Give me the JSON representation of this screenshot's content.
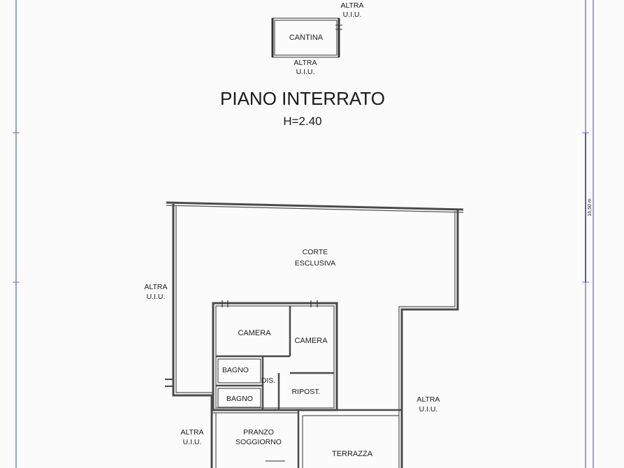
{
  "basement": {
    "title": "PIANO INTERRATO",
    "height": "H=2.40",
    "cellar": "CANTINA",
    "neighbor_top_line1": "ALTRA",
    "neighbor_top_line2": "U.I.U.",
    "neighbor_below_line1": "ALTRA",
    "neighbor_below_line2": "U.I.U."
  },
  "ground": {
    "courtyard_line1": "CORTE",
    "courtyard_line2": "ESCLUSIVA",
    "neighbor_left_line1": "ALTRA",
    "neighbor_left_line2": "U.I.U.",
    "neighbor_right_line1": "ALTRA",
    "neighbor_right_line2": "U.I.U.",
    "neighbor_bottom_left_line1": "ALTRA",
    "neighbor_bottom_left_line2": "U.I.U.",
    "rooms": {
      "bedroom_1": "CAMERA",
      "bedroom_2": "CAMERA",
      "bathroom_1": "BAGNO",
      "bathroom_2": "BAGNO",
      "hallway": "DIS.",
      "storage": "RIPOST.",
      "living_line1": "PRANZO",
      "living_line2": "SOGGIORNO",
      "terrace": "TERRAZZA"
    }
  },
  "dimension_label": "16,50 m",
  "colors": {
    "frame": "#6b6bc7",
    "walls": "#4a4a4a",
    "background": "#fbfbfb"
  }
}
